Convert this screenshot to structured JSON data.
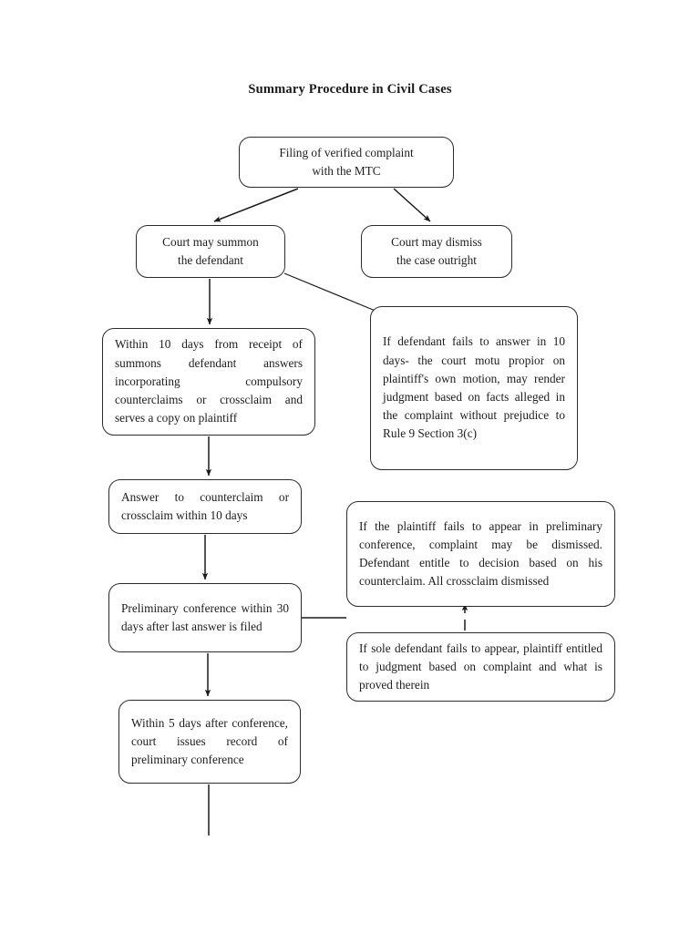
{
  "document": {
    "title": "Summary Procedure in Civil Cases"
  },
  "diagram": {
    "type": "flowchart",
    "orientation": "top-down",
    "nodes": [
      {
        "id": "filing",
        "text": "Filing of verified complaint\nwith the MTC",
        "align": "center"
      },
      {
        "id": "summon",
        "text": "Court may summon\nthe defendant",
        "align": "center"
      },
      {
        "id": "dismiss",
        "text": "Court may dismiss\nthe case outright",
        "align": "center"
      },
      {
        "id": "within10",
        "text": "Within 10 days from receipt of summons defendant answers incorporating compulsory counterclaims or crossclaim and serves a copy on plaintiff",
        "align": "justify"
      },
      {
        "id": "faildefault",
        "text": "If defendant fails to answer in 10 days- the court motu propior on plaintiff's own motion, may render judgment based on facts alleged in the complaint without prejudice to Rule 9 Section 3(c)",
        "align": "justify"
      },
      {
        "id": "answercc",
        "text": "Answer to counterclaim or crossclaim within 10 days",
        "align": "justify"
      },
      {
        "id": "plaintifffail",
        "text": "If the plaintiff fails to appear in preliminary conference, complaint may be dismissed. Defendant entitle to decision based on his counterclaim. All crossclaim dismissed",
        "align": "justify"
      },
      {
        "id": "prelim",
        "text": "Preliminary conference within 30 days after last answer is filed",
        "align": "justify"
      },
      {
        "id": "soledef",
        "text": "If sole defendant fails to appear, plaintiff entitled to judgment based on complaint and what is proved therein",
        "align": "justify"
      },
      {
        "id": "within5",
        "text": "Within 5 days after conference, court issues record of preliminary conference",
        "align": "justify"
      }
    ],
    "edges": [
      {
        "from": "filing",
        "to": "summon",
        "style": "diagonal-arrow"
      },
      {
        "from": "filing",
        "to": "dismiss",
        "style": "diagonal-arrow"
      },
      {
        "from": "summon",
        "to": "within10",
        "style": "vertical-arrow"
      },
      {
        "from": "summon",
        "to": "faildefault",
        "style": "diagonal-plain"
      },
      {
        "from": "within10",
        "to": "answercc",
        "style": "vertical-arrow"
      },
      {
        "from": "answercc",
        "to": "prelim",
        "style": "vertical-arrow"
      },
      {
        "from": "prelim",
        "to": "plaintifffail",
        "style": "elbow-plain"
      },
      {
        "from": "prelim",
        "to": "soledef",
        "style": "elbow-plain"
      },
      {
        "from": "prelim",
        "to": "within5",
        "style": "vertical-arrow"
      },
      {
        "from": "within5",
        "to": "",
        "style": "vertical-tail"
      }
    ],
    "colors": {
      "stroke": "#2b2b2b",
      "fill": "#ffffff",
      "text": "#1d1d1d"
    }
  }
}
